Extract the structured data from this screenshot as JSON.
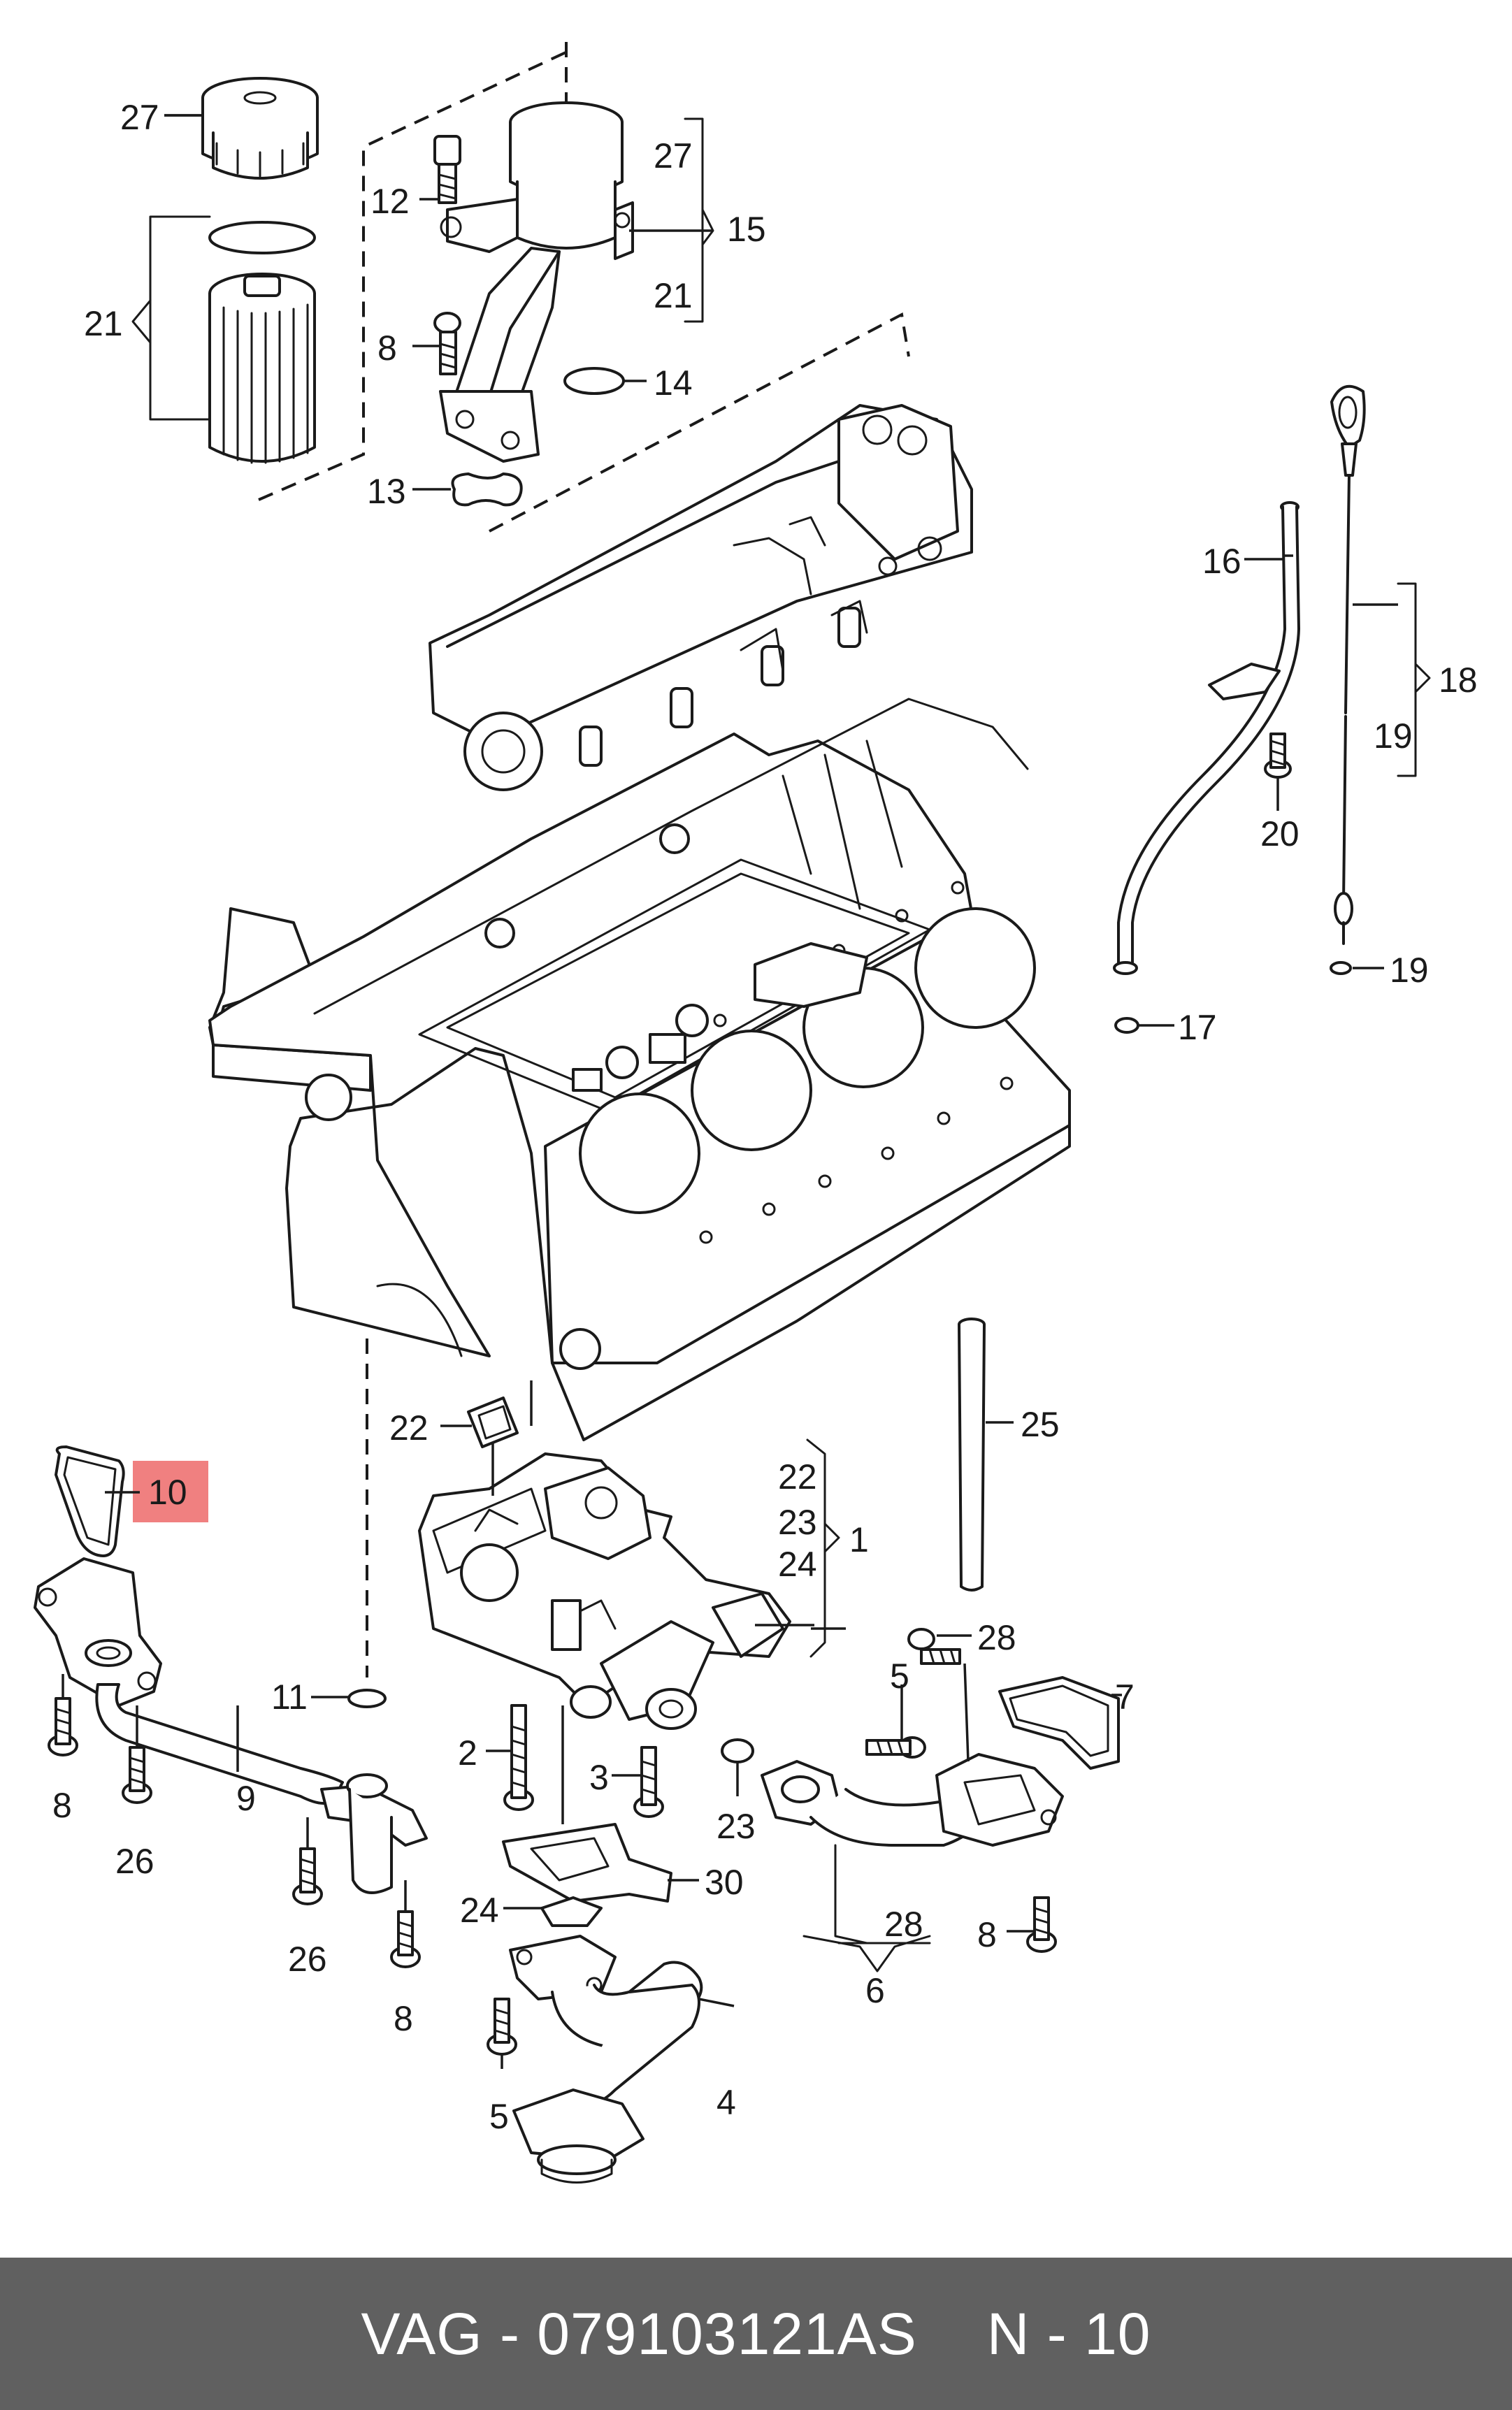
{
  "labels": {
    "c27a": "27",
    "c27b": "27",
    "c12": "12",
    "c15": "15",
    "c21a": "21",
    "c21b": "21",
    "c8a": "8",
    "c14": "14",
    "c13": "13",
    "c16": "16",
    "c18": "18",
    "c19a": "19",
    "c20": "20",
    "c19b": "19",
    "c17": "17",
    "c22a": "22",
    "c10": "10",
    "c22b": "22",
    "c23a": "23",
    "c24a": "24",
    "c1": "1",
    "c25": "25",
    "c28a": "28",
    "c7": "7",
    "c5a": "5",
    "c11": "11",
    "c2": "2",
    "c3": "3",
    "c9": "9",
    "c8b": "8",
    "c26a": "26",
    "c23b": "23",
    "c30": "30",
    "c24b": "24",
    "c26b": "26",
    "c28b": "28",
    "c8c": "8",
    "c6": "6",
    "c8d": "8",
    "c5b": "5",
    "c4": "4"
  },
  "highlight": {
    "part": "10",
    "color": "#f08080"
  },
  "footer": {
    "brand_part": "VAG - 079103121AS",
    "page_ref": "N - 10"
  }
}
